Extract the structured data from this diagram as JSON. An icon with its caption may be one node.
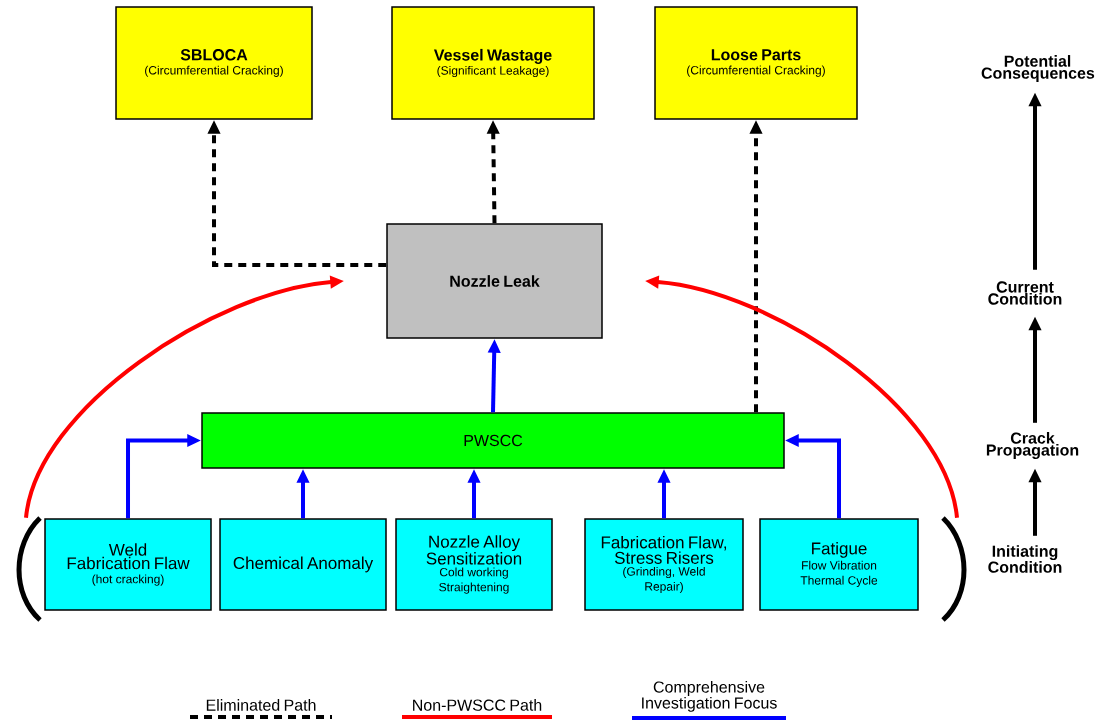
{
  "diagram": {
    "nodes": [
      {
        "text": [
          "SBLOCA",
          "(Circumferential Cracking)"
        ]
      },
      {
        "text": [
          "Vessel Wastage",
          "(Significant Leakage)"
        ]
      },
      {
        "text": [
          "Loose Parts",
          "(Circumferential Cracking)"
        ]
      },
      {
        "text": [
          "Nozzle Leak"
        ]
      },
      {
        "text": [
          "PWSCC"
        ]
      },
      {
        "text": [
          "Weld Fabrication Flaw",
          "(hot cracking)"
        ]
      },
      {
        "text": [
          "Chemical Anomaly"
        ]
      },
      {
        "text": [
          "Nozzle Alloy Sensitization",
          "Cold working Straightening"
        ]
      },
      {
        "text": [
          "Fabrication Flaw, Stress Risers",
          "(Grinding, Weld Repair)"
        ]
      },
      {
        "text": [
          "Fatigue",
          "Flow Vibration Thermal Cycle"
        ]
      },
      {
        "text": [
          "Potential Consequences"
        ]
      },
      {
        "text": [
          "Current Condition"
        ]
      },
      {
        "text": [
          "Crack Propagation"
        ]
      },
      {
        "text": [
          "Initiating Condition"
        ]
      },
      {
        "text": [],
        "shape": "bracket"
      },
      {
        "text": [],
        "shape": "bracket"
      }
    ],
    "edges": [
      {
        "from": 3,
        "to": 0,
        "arrow": "to",
        "style": "dashed",
        "color": "#000000"
      },
      {
        "from": 3,
        "to": 1,
        "arrow": "to",
        "style": "dashed",
        "color": "#000000"
      },
      {
        "from": 4,
        "to": 2,
        "arrow": "to",
        "style": "dashed",
        "color": "#000000"
      },
      {
        "from": 4,
        "to": 3,
        "arrow": "to",
        "color": "#0000ff"
      },
      {
        "from": 5,
        "to": 4,
        "arrow": "to",
        "color": "#0000ff"
      },
      {
        "from": 6,
        "to": 4,
        "arrow": "to",
        "color": "#0000ff"
      },
      {
        "from": 7,
        "to": 4,
        "arrow": "to",
        "color": "#0000ff"
      },
      {
        "from": 8,
        "to": 4,
        "arrow": "to",
        "color": "#0000ff"
      },
      {
        "from": 9,
        "to": 4,
        "arrow": "to",
        "color": "#0000ff"
      },
      {
        "from": 14,
        "to": 3,
        "arrow": "to",
        "color": "#ff0000"
      },
      {
        "from": 15,
        "to": 3,
        "arrow": "to",
        "color": "#ff0000"
      },
      {
        "from": 13,
        "to": 12,
        "arrow": "to"
      },
      {
        "from": 12,
        "to": 11,
        "arrow": "to"
      },
      {
        "from": 11,
        "to": 10,
        "arrow": "to"
      }
    ],
    "legend": [
      {
        "text": "Eliminated Path"
      },
      {
        "text": "Non-PWSCC Path"
      },
      {
        "text": "Comprehensive Investigation Focus"
      }
    ]
  }
}
